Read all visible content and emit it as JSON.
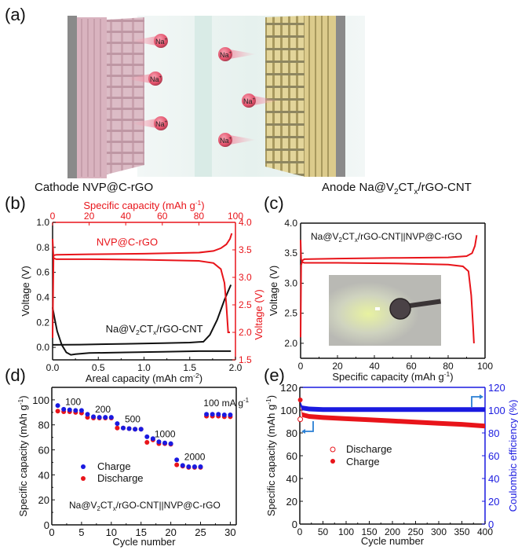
{
  "panel_labels": [
    "(a)",
    "(b)",
    "(c)",
    "(d)",
    "(e)"
  ],
  "schematic": {
    "cathode_label": "Cathode NVP@C-rGO",
    "anode_label_parts": [
      "Anode Na@V",
      "2",
      "CT",
      "x",
      "/rGO-CNT"
    ],
    "ion_label": "Na",
    "ion_charge": "+",
    "ion_directions": [
      "left",
      "left",
      "left",
      "right",
      "right",
      "right"
    ],
    "colors": {
      "cathode": "#d9b3bf",
      "anode": "#d8c98a",
      "collector": "#8a8a8a",
      "ion": "#e2506a",
      "separator": "#cfe4e0"
    }
  },
  "chart_data": [
    {
      "id": "b",
      "type": "line",
      "xlabel": "Areal capacity (mAh cm-2)",
      "xlabel_parts": [
        "Areal capacity (mAh cm",
        "-2",
        ")"
      ],
      "ylabel": "Voltage (V)",
      "x2label_parts": [
        "Specific capacity (mAh g",
        "-1",
        ")"
      ],
      "y2label": "Voltage (V)",
      "xlim": [
        0,
        2.0
      ],
      "ylim": [
        -0.1,
        1.0
      ],
      "x2lim": [
        0,
        100
      ],
      "y2lim": [
        1.5,
        4.0
      ],
      "xticks": [
        "0.0",
        "0.5",
        "1.0",
        "1.5",
        "2.0"
      ],
      "yticks": [
        "0.0",
        "0.2",
        "0.4",
        "0.6",
        "0.8",
        "1.0"
      ],
      "x2ticks": [
        "0",
        "20",
        "40",
        "60",
        "80",
        "100"
      ],
      "y2ticks": [
        "1.5",
        "2.0",
        "2.5",
        "3.0",
        "3.5",
        "4.0"
      ],
      "series": [
        {
          "name": "Na@V2CTx/rGO-CNT",
          "label_parts": [
            "Na@V",
            "2",
            "CT",
            "x",
            "/rGO-CNT"
          ],
          "color": "#111111",
          "axis": "primary",
          "x": [
            0.0,
            0.02,
            0.05,
            0.1,
            0.15,
            0.2,
            0.25,
            0.4,
            0.8,
            1.2,
            1.6,
            1.95
          ],
          "y": [
            0.32,
            0.24,
            0.13,
            0.02,
            -0.04,
            -0.06,
            -0.055,
            -0.045,
            -0.04,
            -0.035,
            -0.03,
            -0.03
          ]
        },
        {
          "name": "Na@V2CTx/rGO-CNT charge",
          "color": "#111111",
          "axis": "primary",
          "x": [
            0.0,
            0.3,
            0.8,
            1.2,
            1.5,
            1.65,
            1.72,
            1.8,
            1.88,
            1.95
          ],
          "y": [
            0.02,
            0.022,
            0.028,
            0.033,
            0.038,
            0.045,
            0.1,
            0.22,
            0.38,
            0.5
          ]
        },
        {
          "name": "NVP@C-rGO charge",
          "label": "NVP@C-rGO",
          "color": "#e8141a",
          "axis": "secondary",
          "x": [
            0,
            0.5,
            2,
            20,
            50,
            80,
            88,
            92,
            95,
            97,
            98
          ],
          "y": [
            1.9,
            3.4,
            3.41,
            3.42,
            3.43,
            3.45,
            3.48,
            3.53,
            3.6,
            3.7,
            3.8
          ]
        },
        {
          "name": "NVP@C-rGO discharge",
          "color": "#e8141a",
          "axis": "secondary",
          "x": [
            0,
            0.5,
            2,
            20,
            50,
            80,
            88,
            92,
            94,
            95,
            96,
            97
          ],
          "y": [
            3.7,
            3.35,
            3.33,
            3.33,
            3.32,
            3.3,
            3.26,
            3.15,
            2.9,
            2.5,
            2.0,
            2.0
          ]
        }
      ]
    },
    {
      "id": "c",
      "type": "line",
      "xlabel": "Specific capacity (mAh g-1)",
      "xlabel_parts": [
        "Specific capacity (mAh g",
        "-1",
        ")"
      ],
      "ylabel": "Voltage (V)",
      "xlim": [
        0,
        100
      ],
      "ylim": [
        1.75,
        4.0
      ],
      "xticks": [
        "0",
        "20",
        "40",
        "60",
        "80",
        "100"
      ],
      "yticks": [
        "2.0",
        "2.5",
        "3.0",
        "3.5",
        "4.0"
      ],
      "annotation_parts": [
        "Na@V",
        "2",
        "CT",
        "x",
        "/rGO-CNT||NVP@C-rGO"
      ],
      "inset": "photo of coin cell powering an LED",
      "series": [
        {
          "name": "charge",
          "color": "#e8141a",
          "x": [
            0,
            0.3,
            1,
            2,
            20,
            50,
            80,
            90,
            93,
            94.5,
            95.5
          ],
          "y": [
            2.1,
            3.3,
            3.38,
            3.4,
            3.41,
            3.42,
            3.43,
            3.45,
            3.5,
            3.62,
            3.8
          ]
        },
        {
          "name": "discharge",
          "color": "#e8141a",
          "x": [
            0,
            0.3,
            1,
            2,
            20,
            50,
            80,
            88,
            91,
            92.5,
            93.5,
            94
          ],
          "y": [
            3.72,
            3.4,
            3.35,
            3.34,
            3.34,
            3.33,
            3.31,
            3.28,
            3.2,
            2.8,
            2.3,
            2.0
          ]
        }
      ]
    },
    {
      "id": "d",
      "type": "scatter",
      "xlabel": "Cycle number",
      "ylabel_parts": [
        "Specific capacity (mAh g",
        "-1",
        ")"
      ],
      "xlim": [
        0,
        31
      ],
      "ylim": [
        0,
        110
      ],
      "xticks": [
        "0",
        "5",
        "10",
        "15",
        "20",
        "25",
        "30"
      ],
      "yticks": [
        "0",
        "20",
        "40",
        "60",
        "80",
        "100"
      ],
      "rate_labels": [
        {
          "text": "100",
          "x": 2,
          "y": 96
        },
        {
          "text": "200",
          "x": 7,
          "y": 90
        },
        {
          "text": "500",
          "x": 12,
          "y": 82
        },
        {
          "text": "1000",
          "x": 17,
          "y": 70
        },
        {
          "text": "2000",
          "x": 22,
          "y": 52
        },
        {
          "text": "100 mA g-1",
          "x": 25.5,
          "y": 95
        }
      ],
      "annotation_parts": [
        "Na@V",
        "2",
        "CT",
        "x",
        "/rGO-CNT||NVP@C-rGO"
      ],
      "legend": [
        "Charge",
        "Discharge"
      ],
      "series": [
        {
          "name": "Charge",
          "color": "#1a1ae0",
          "x": [
            1,
            2,
            3,
            4,
            5,
            6,
            7,
            8,
            9,
            10,
            11,
            12,
            13,
            14,
            15,
            16,
            17,
            18,
            19,
            20,
            21,
            22,
            23,
            24,
            25,
            26,
            27,
            28,
            29,
            30
          ],
          "y": [
            95.5,
            92.5,
            92,
            91.5,
            91.5,
            88.5,
            86.5,
            86,
            86,
            86,
            81,
            77.5,
            77,
            76.5,
            76.5,
            70.5,
            69,
            66.5,
            65.5,
            65,
            52,
            47.5,
            46.5,
            46.5,
            46.5,
            88.5,
            88.5,
            88.5,
            88,
            88
          ]
        },
        {
          "name": "Discharge",
          "color": "#e8141a",
          "x": [
            1,
            2,
            3,
            4,
            5,
            6,
            7,
            8,
            9,
            10,
            11,
            12,
            13,
            14,
            15,
            16,
            17,
            18,
            19,
            20,
            21,
            22,
            23,
            24,
            25,
            26,
            27,
            28,
            29,
            30
          ],
          "y": [
            91,
            90.5,
            90.5,
            90,
            89.5,
            86,
            85.5,
            85.5,
            85.5,
            85.5,
            77.5,
            77.5,
            77,
            76.5,
            76.5,
            66,
            68,
            65,
            65,
            64.5,
            48,
            47,
            46,
            46,
            46,
            87,
            87,
            87,
            86.5,
            86.5
          ]
        }
      ]
    },
    {
      "id": "e",
      "type": "scatter",
      "xlabel": "Cycle number",
      "ylabel_parts": [
        "Specific capacity (mAh g",
        "-1",
        ")"
      ],
      "y2label": "Coulombic efficiency (%)",
      "xlim": [
        0,
        400
      ],
      "ylim": [
        0,
        120
      ],
      "y2lim": [
        0,
        120
      ],
      "xticks": [
        "0",
        "50",
        "100",
        "150",
        "200",
        "250",
        "300",
        "350",
        "400"
      ],
      "yticks": [
        "0",
        "20",
        "40",
        "60",
        "80",
        "100",
        "120"
      ],
      "y2ticks": [
        "0",
        "20",
        "40",
        "60",
        "80",
        "100",
        "120"
      ],
      "legend": [
        "Discharge",
        "Charge"
      ],
      "series": [
        {
          "name": "Discharge",
          "color": "#e8141a",
          "marker": "open-circle",
          "x": [
            1,
            5,
            20,
            50,
            100,
            150,
            200,
            250,
            300,
            350,
            400
          ],
          "y": [
            92,
            95,
            94.5,
            93.5,
            92.5,
            91.5,
            90.5,
            89.5,
            88.5,
            87.5,
            86
          ]
        },
        {
          "name": "Charge",
          "color": "#e8141a",
          "marker": "filled-circle",
          "x": [
            1,
            5,
            20,
            50,
            100,
            150,
            200,
            250,
            300,
            350,
            400
          ],
          "y": [
            109,
            96,
            94.5,
            93.5,
            92.5,
            91.5,
            90.5,
            89.5,
            88.5,
            87.5,
            86
          ]
        },
        {
          "name": "Coulombic efficiency",
          "color": "#1a1ae0",
          "axis": "secondary",
          "x": [
            1,
            5,
            20,
            50,
            100,
            150,
            200,
            250,
            300,
            350,
            400
          ],
          "y": [
            106,
            102,
            101,
            100.5,
            100.5,
            100.5,
            100.5,
            100.5,
            100.5,
            100.5,
            100.5
          ]
        }
      ],
      "axis_arrows": [
        "left-to-primary",
        "right-to-secondary"
      ],
      "arrow_color": "#2a7fd4"
    }
  ]
}
